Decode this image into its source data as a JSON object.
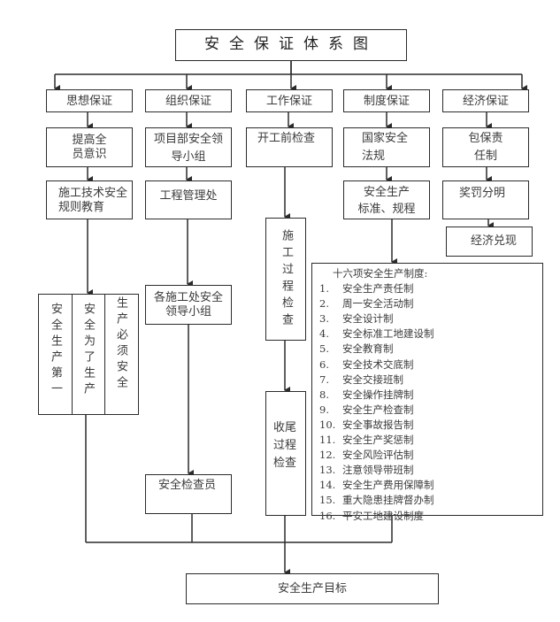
{
  "title": "安全保证体系图",
  "columns": {
    "thought": {
      "header": "思想保证",
      "step1": "提高全员意识",
      "step1_lines": [
        "提高全",
        "员意识"
      ],
      "step2_lines": [
        "施工技术安全",
        "规则教育"
      ],
      "slogans": [
        "安全生产第一",
        "安全为了生产",
        "生产必须安全"
      ]
    },
    "organization": {
      "header": "组织保证",
      "step1_lines": [
        "项目部安全领",
        "导小组"
      ],
      "step2": "工程管理处",
      "step3_lines": [
        "各施工处安全",
        "领导小组"
      ],
      "step4": "安全检查员"
    },
    "work": {
      "header": "工作保证",
      "step1": "开工前检查",
      "step2": "施工过程检查",
      "step3_lines": [
        "收尾",
        "过程",
        "检查"
      ]
    },
    "system": {
      "header": "制度保证",
      "step1_lines": [
        "国家安全",
        "法规"
      ],
      "step2_lines": [
        "安全生产",
        "标准、规程"
      ],
      "list_title": "十六项安全生产制度:",
      "list_items": [
        {
          "num": "1.",
          "text": "安全生产责任制"
        },
        {
          "num": "2.",
          "text": "周一安全活动制"
        },
        {
          "num": "3.",
          "text": "安全设计制"
        },
        {
          "num": "4.",
          "text": "安全标准工地建设制"
        },
        {
          "num": "5.",
          "text": "安全教育制"
        },
        {
          "num": "6.",
          "text": "安全技术交底制"
        },
        {
          "num": "7.",
          "text": "安全交接班制"
        },
        {
          "num": "8.",
          "text": "安全操作挂牌制"
        },
        {
          "num": "9.",
          "text": "安全生产检查制"
        },
        {
          "num": "10.",
          "text": "安全事故报告制"
        },
        {
          "num": "11.",
          "text": "安全生产奖惩制"
        },
        {
          "num": "12.",
          "text": "安全风险评估制"
        },
        {
          "num": "13.",
          "text": "注意领导带班制"
        },
        {
          "num": "14.",
          "text": "安全生产费用保障制"
        },
        {
          "num": "15.",
          "text": "重大隐患挂牌督办制"
        },
        {
          "num": "16.",
          "text": "平安工地建设制度"
        }
      ]
    },
    "economy": {
      "header": "经济保证",
      "step1_lines": [
        "包保责",
        "任制"
      ],
      "step2": "奖罚分明",
      "step3": "经济兑现"
    }
  },
  "goal": "安全生产目标",
  "colors": {
    "line": "#2b2b2b",
    "text": "#3a3a3a",
    "background": "#ffffff"
  }
}
